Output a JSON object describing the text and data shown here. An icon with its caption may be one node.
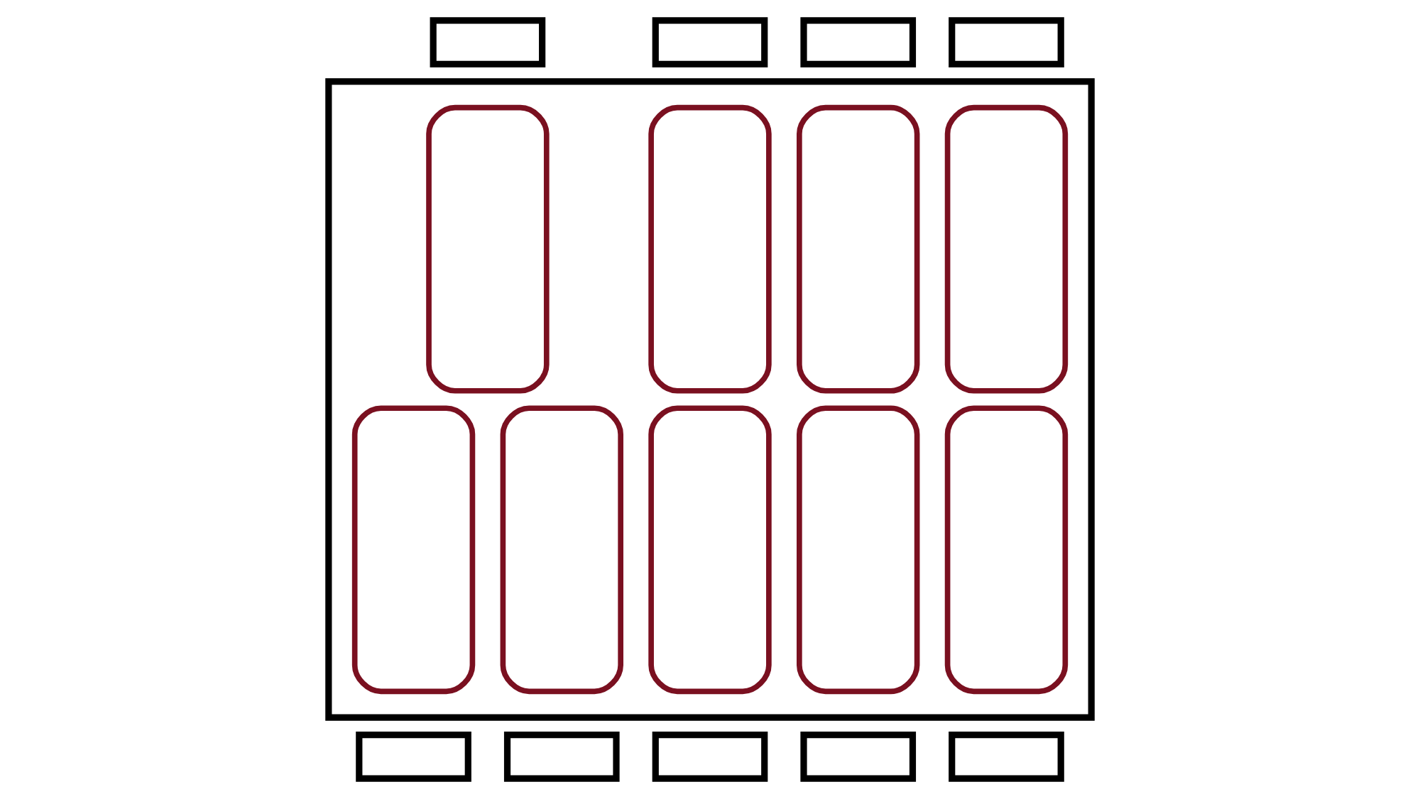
{
  "diagram": {
    "nodes": [
      {
        "text": [],
        "shape": "box"
      },
      {
        "text": [],
        "shape": "box"
      },
      {
        "text": [],
        "shape": "box"
      },
      {
        "text": [],
        "shape": "box"
      },
      {
        "text": [],
        "shape": "box"
      },
      {
        "text": [],
        "shape": "capsule",
        "in": 0
      },
      {
        "text": [],
        "shape": "capsule",
        "in": 0
      },
      {
        "text": [],
        "shape": "capsule",
        "in": 0
      },
      {
        "text": [],
        "shape": "capsule",
        "in": 0
      },
      {
        "text": [],
        "shape": "capsule",
        "in": 0
      },
      {
        "text": [],
        "shape": "capsule",
        "in": 0
      },
      {
        "text": [],
        "shape": "capsule",
        "in": 0
      },
      {
        "text": [],
        "shape": "capsule",
        "in": 0
      },
      {
        "text": [],
        "shape": "capsule",
        "in": 0
      },
      {
        "text": [],
        "shape": "box"
      },
      {
        "text": [],
        "shape": "box"
      },
      {
        "text": [],
        "shape": "box"
      },
      {
        "text": [],
        "shape": "box"
      },
      {
        "text": [],
        "shape": "box"
      }
    ],
    "edges": []
  }
}
